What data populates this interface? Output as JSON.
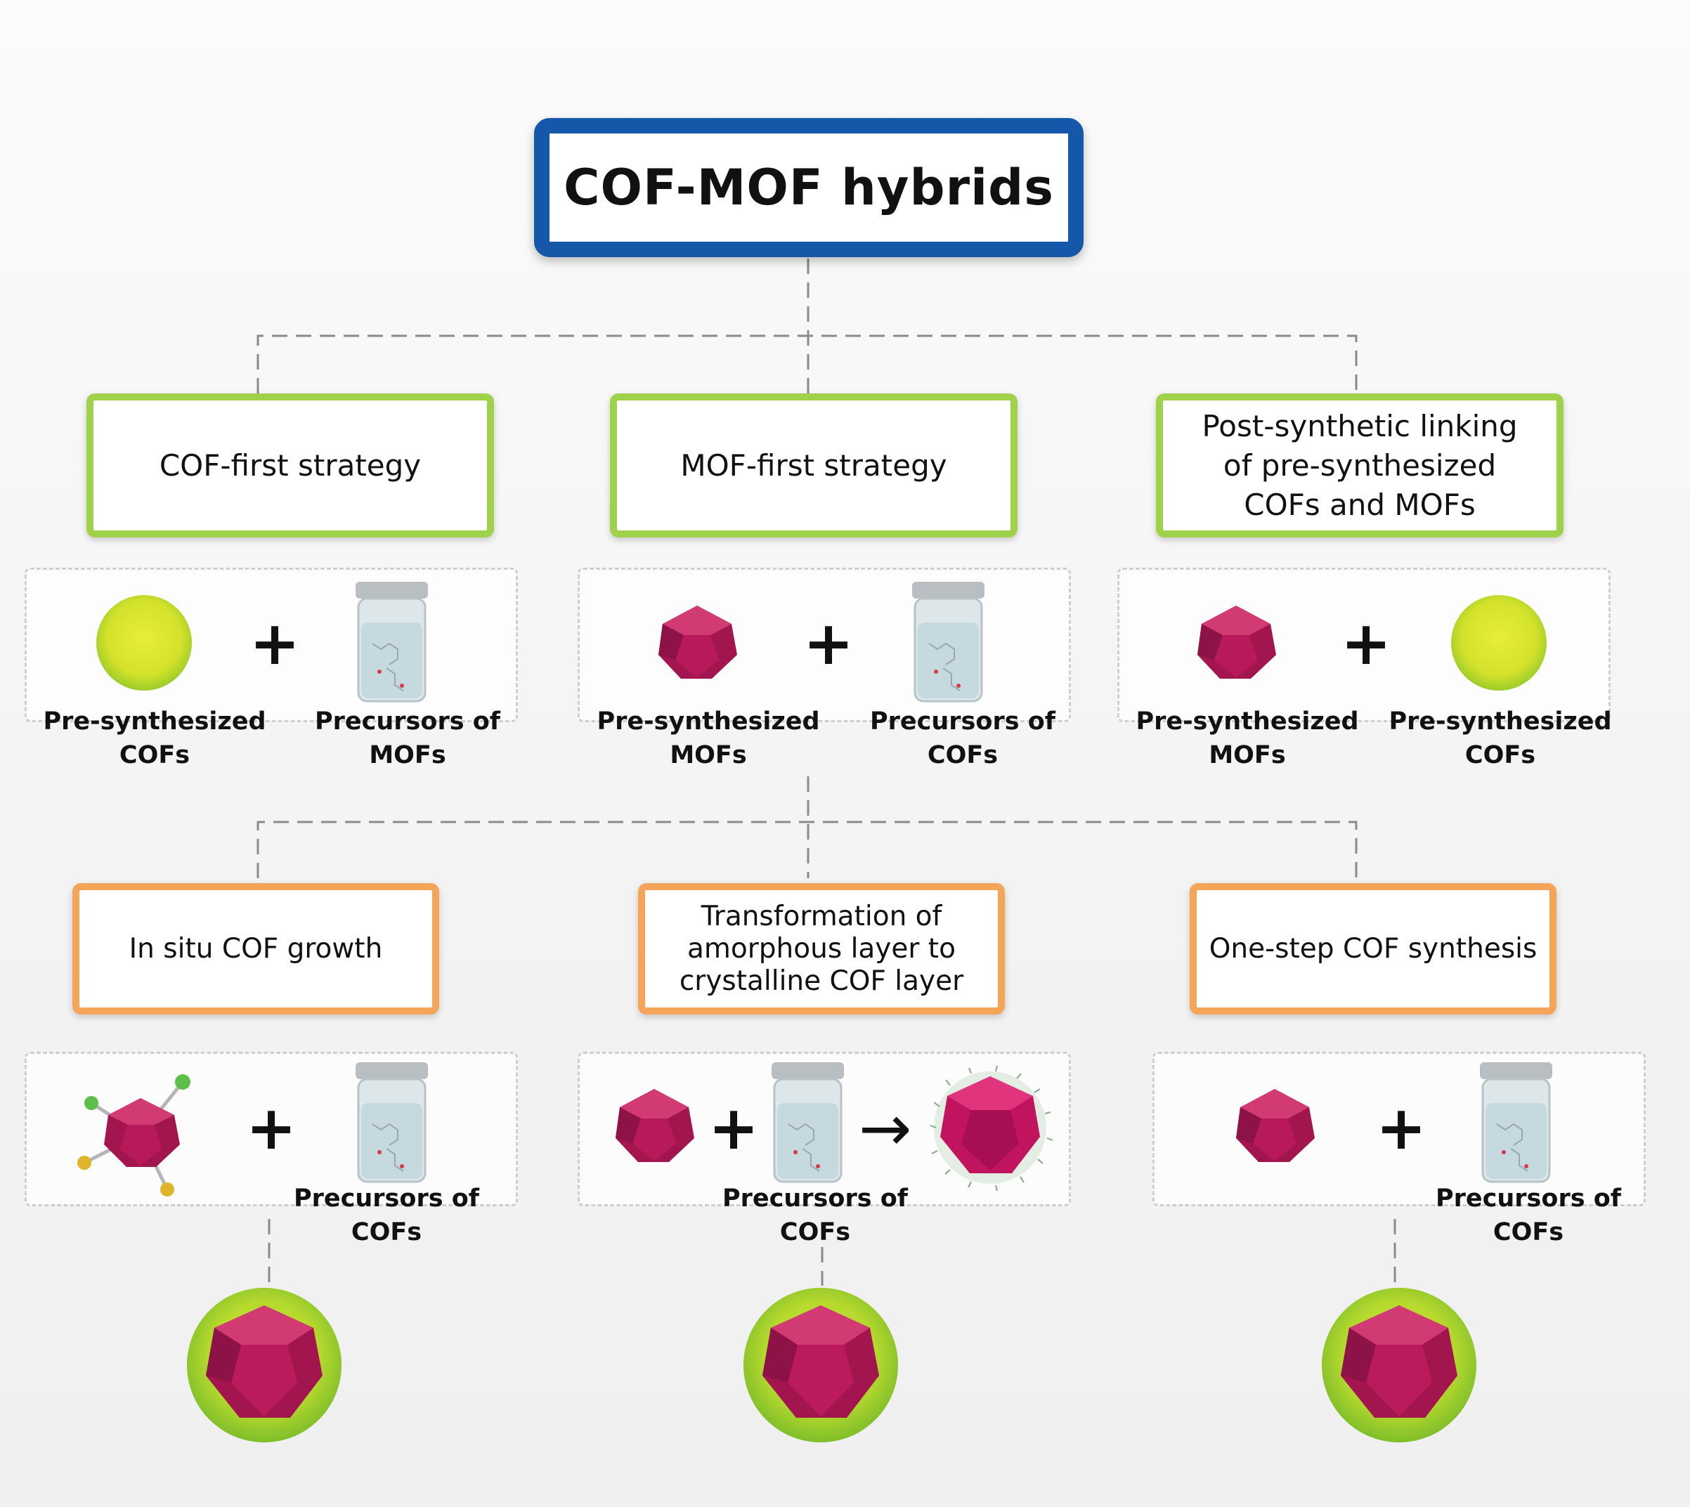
{
  "title": "COF-MOF hybrids",
  "strategies": [
    {
      "label": "COF-first strategy"
    },
    {
      "label": "MOF-first strategy"
    },
    {
      "label": "Post-synthetic linking\nof pre-synthesized\nCOFs and MOFs"
    }
  ],
  "strategy_panels": [
    {
      "left_label": "Pre-synthesized\nCOFs",
      "right_label": "Precursors of\nMOFs"
    },
    {
      "left_label": "Pre-synthesized\nMOFs",
      "right_label": "Precursors of\nCOFs"
    },
    {
      "left_label": "Pre-synthesized\nMOFs",
      "right_label": "Pre-synthesized\nCOFs"
    }
  ],
  "methods": [
    {
      "label": "In situ COF growth"
    },
    {
      "label": "Transformation of\namorphous layer to\ncrystalline COF layer"
    },
    {
      "label": "One-step COF synthesis"
    }
  ],
  "method_panels": [
    {
      "right_label": "Precursors of\nCOFs"
    },
    {
      "right_label": "Precursors of\nCOFs"
    },
    {
      "right_label": "Precursors of\nCOFs"
    }
  ],
  "symbols": {
    "plus": "+",
    "arrow": "→"
  },
  "colors": {
    "title_border": "#1557a8",
    "strategy_border": "#9fd14a",
    "method_border": "#f5a55a",
    "cof_sphere": "#d4e22b",
    "mof_crystal": "#b8195a"
  },
  "icons": [
    "cof-sphere-icon",
    "mof-crystal-icon",
    "precursor-vial-icon",
    "functionalized-mof-icon",
    "amorphous-coated-mof-icon",
    "core-shell-hybrid-icon"
  ]
}
